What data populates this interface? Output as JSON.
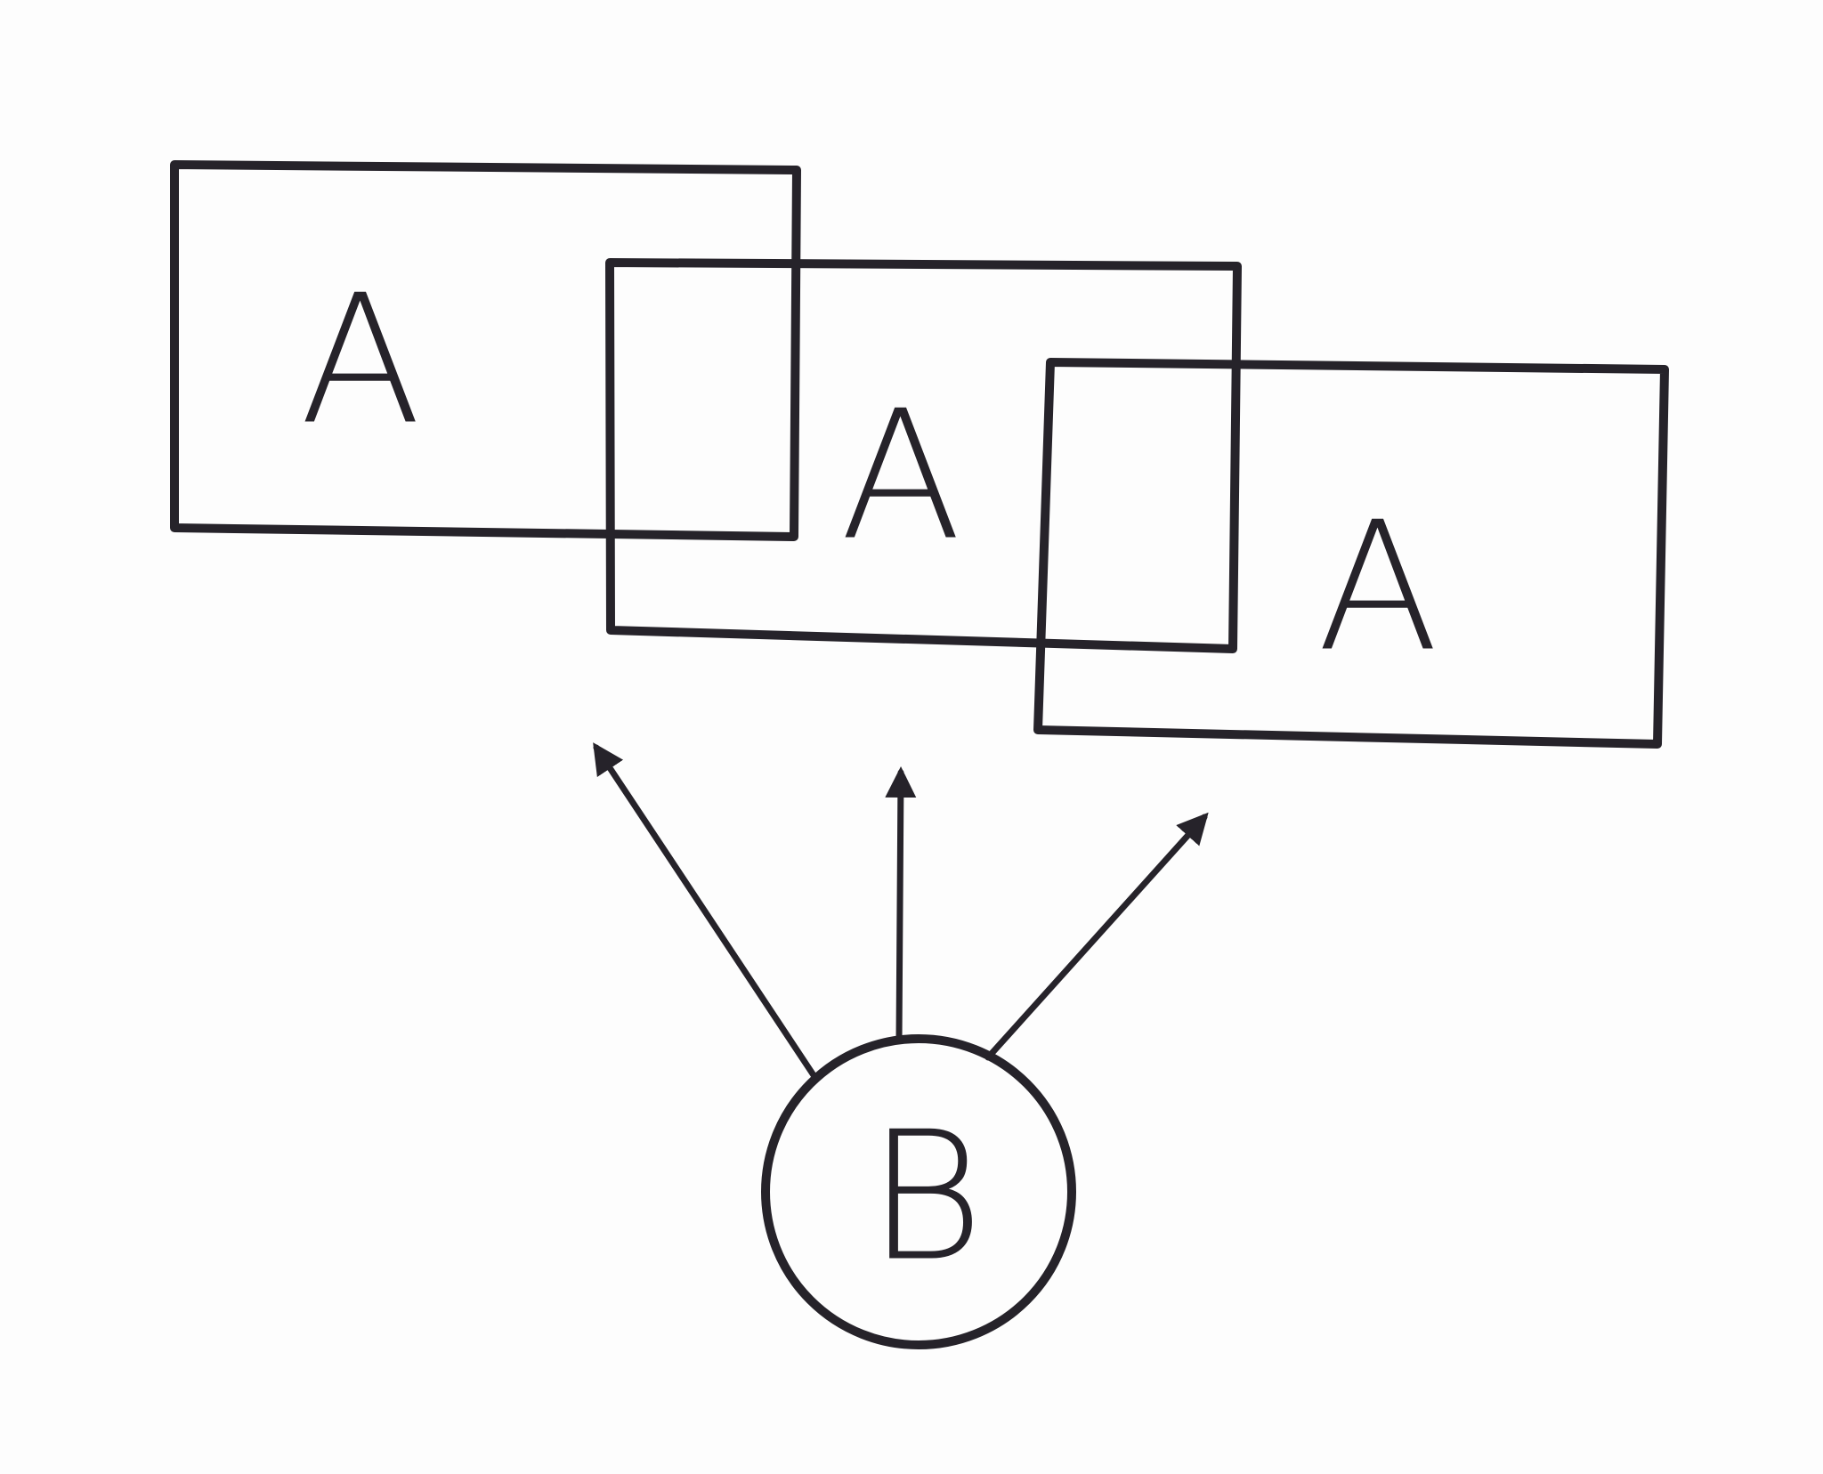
{
  "diagram": {
    "boxes": [
      {
        "label": "A"
      },
      {
        "label": "A"
      },
      {
        "label": "A"
      }
    ],
    "source_node": {
      "label": "B"
    },
    "ink_color": "#26232a",
    "background_color": "#fdfdfd"
  }
}
